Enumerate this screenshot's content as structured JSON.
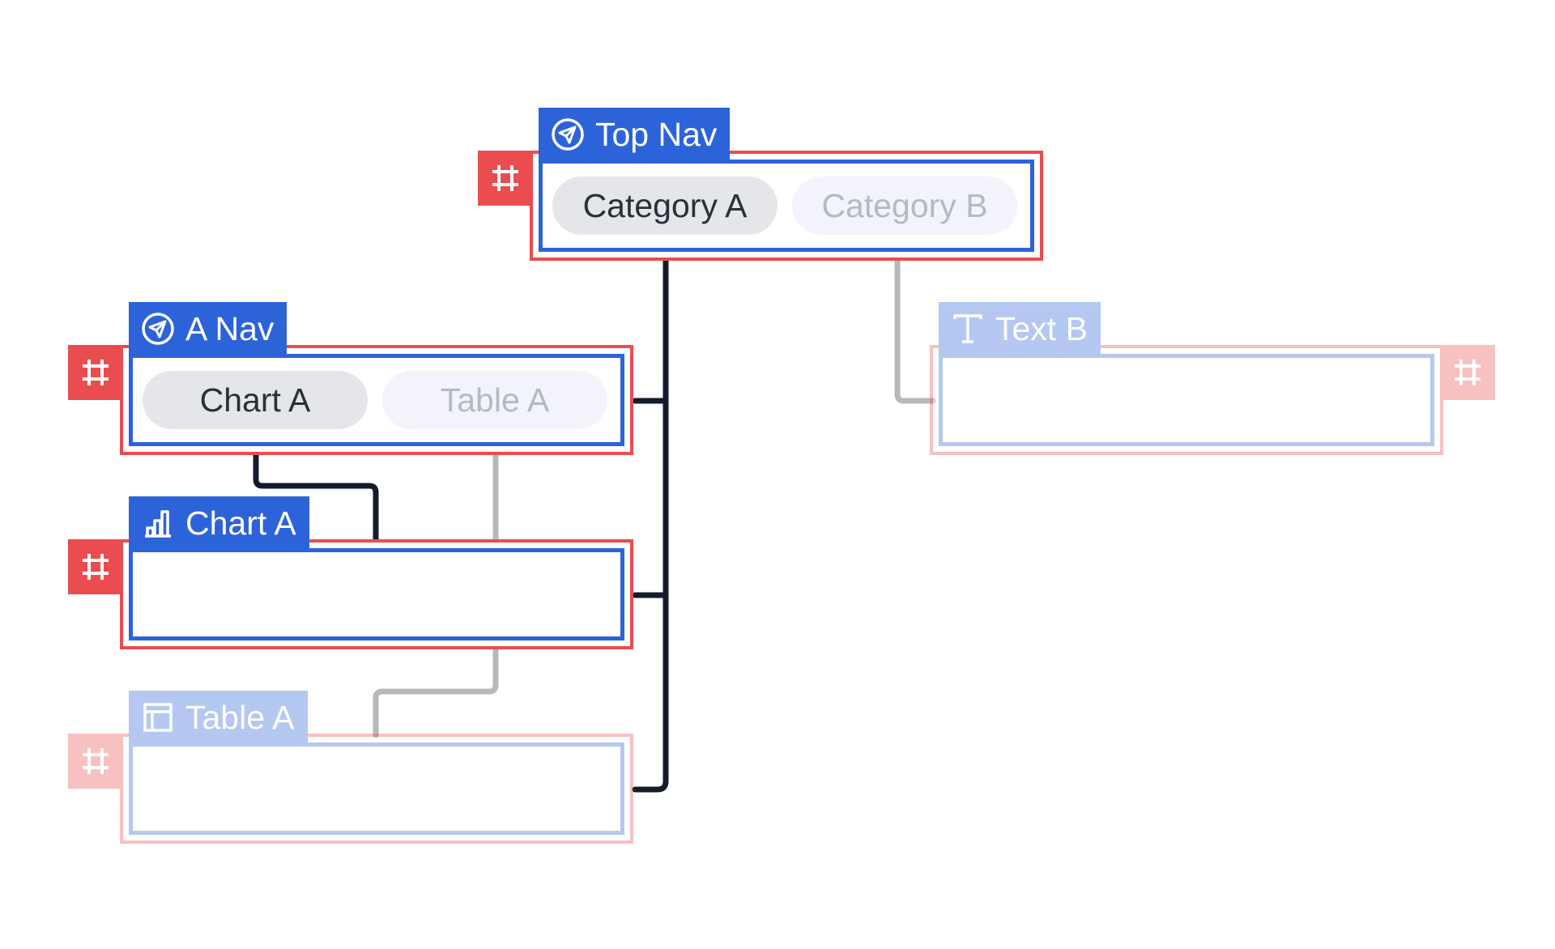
{
  "colors": {
    "frame": "#ea4c4f",
    "inner": "#2d63d8",
    "tab": "#2d63d8",
    "wire_active": "#141b2b",
    "wire_inactive": "#b7b8bc",
    "pill_active_bg": "#e5e6ea",
    "pill_inactive_bg": "#f2f3fb"
  },
  "nodes": {
    "top_nav": {
      "title": "Top Nav",
      "icon": "send-icon",
      "state": "active",
      "items": [
        {
          "label": "Category A",
          "selected": true
        },
        {
          "label": "Category B",
          "selected": false
        }
      ]
    },
    "a_nav": {
      "title": "A Nav",
      "icon": "send-icon",
      "state": "active",
      "items": [
        {
          "label": "Chart A",
          "selected": true
        },
        {
          "label": "Table A",
          "selected": false
        }
      ]
    },
    "chart_a": {
      "title": "Chart A",
      "icon": "bar-chart-icon",
      "state": "active"
    },
    "table_a": {
      "title": "Table A",
      "icon": "table-icon",
      "state": "inactive"
    },
    "text_b": {
      "title": "Text B",
      "icon": "text-icon",
      "state": "inactive"
    }
  },
  "frame_handle_icon": "frame-hash-icon"
}
